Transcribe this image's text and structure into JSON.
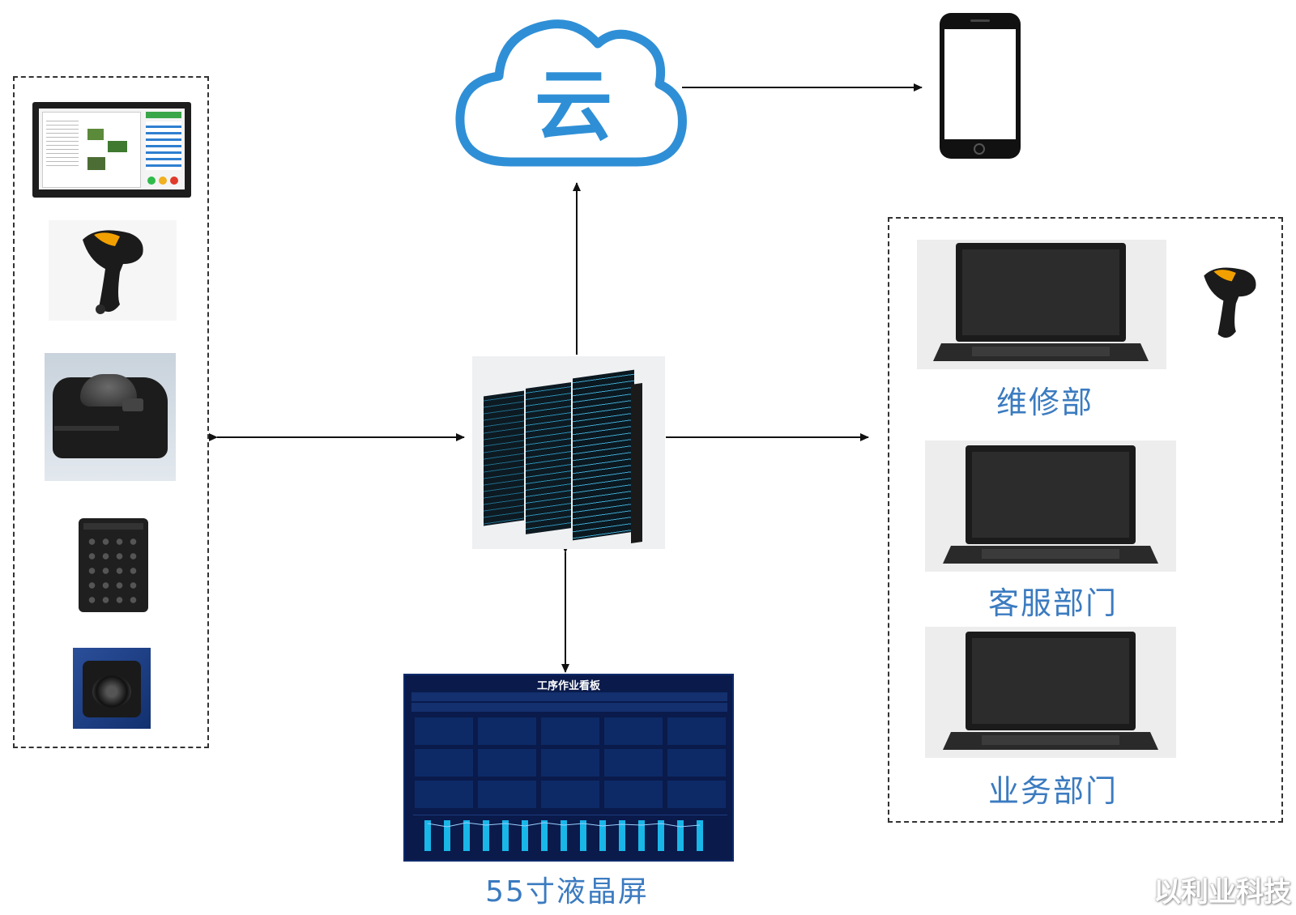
{
  "cloud": {
    "glyph": "云",
    "color": "#2f8fd6"
  },
  "labels": {
    "repair": "维修部",
    "customer_service": "客服部门",
    "business": "业务部门",
    "lcd": "55寸液晶屏",
    "watermark": "以利业科技"
  },
  "dashboard": {
    "title": "工序作业看板"
  },
  "colors": {
    "accent": "#3b7bc0",
    "line": "#111111",
    "dashboard_bg": "#0a1a4a"
  }
}
